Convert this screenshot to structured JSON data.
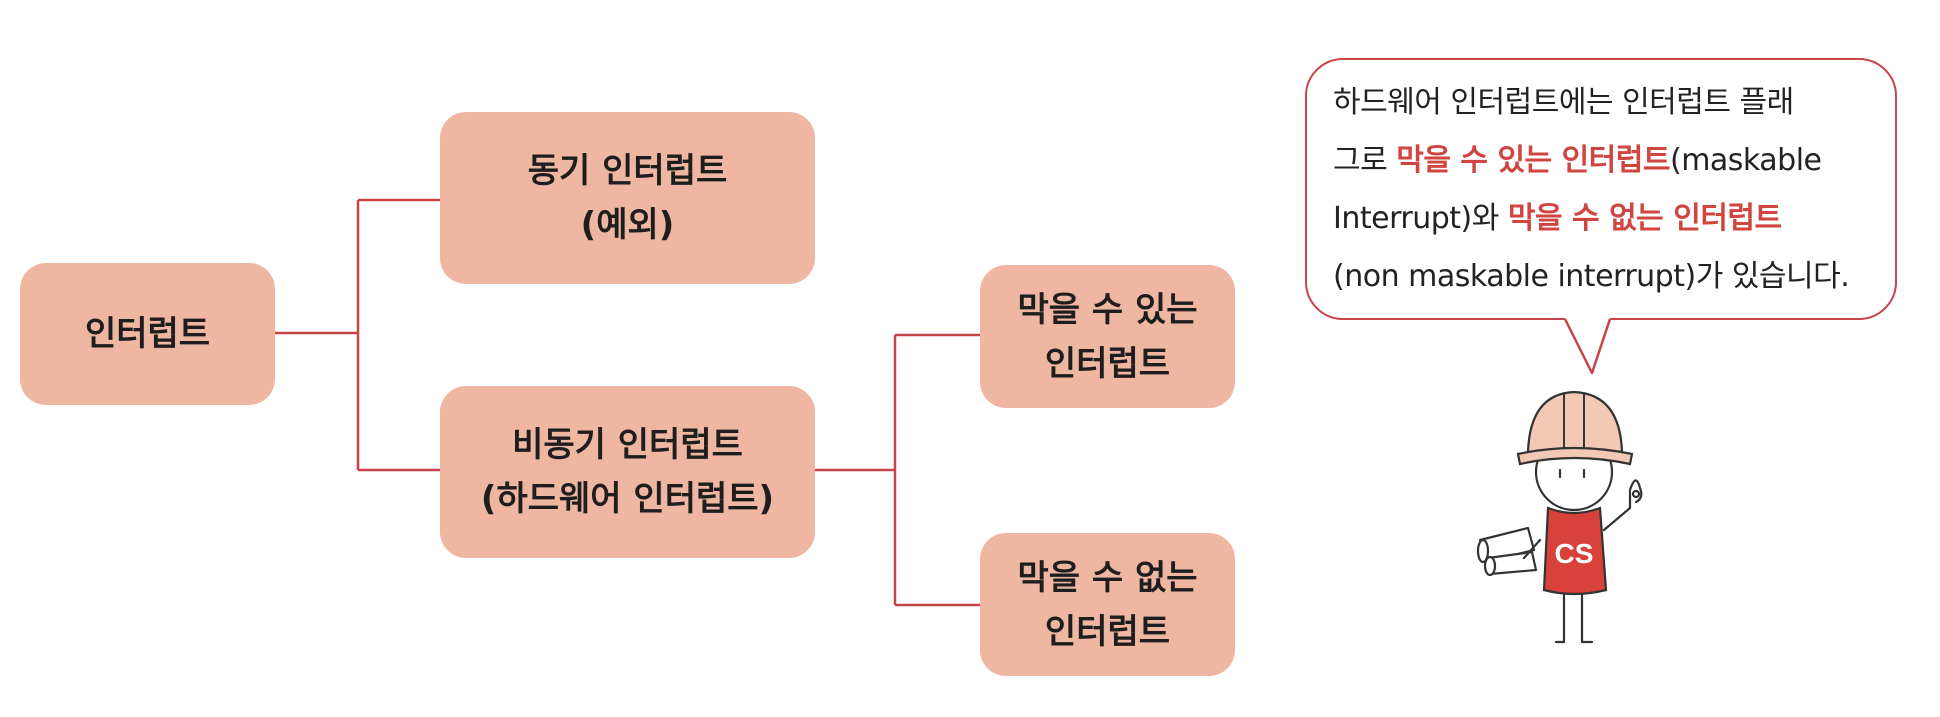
{
  "diagram": {
    "root": {
      "label": "인터럽트"
    },
    "branches": [
      {
        "line1": "동기 인터럽트",
        "line2": "(예외)"
      },
      {
        "line1": "비동기 인터럽트",
        "line2": "(하드웨어 인터럽트)"
      }
    ],
    "leaves": [
      {
        "line1": "막을 수 있는",
        "line2": "인터럽트"
      },
      {
        "line1": "막을 수 없는",
        "line2": "인터럽트"
      }
    ]
  },
  "bubble": {
    "line1": "하드웨어 인터럽트에는 인터럽트 플래",
    "line2_pre": "그로 ",
    "line2_hl": "막을 수 있는 인터럽트",
    "line2_post": "(maskable",
    "line3_pre": "Interrupt)와 ",
    "line3_hl": "막을 수 없는 인터럽트",
    "line4": "(non maskable interrupt)가 있습니다."
  },
  "mascot": {
    "shirt_text": "CS"
  },
  "colors": {
    "node_fill": "#efb6a2",
    "connector": "#c9434a",
    "highlight": "#d0453f",
    "shirt": "#d9423a",
    "helmet": "#f3c9b6"
  }
}
